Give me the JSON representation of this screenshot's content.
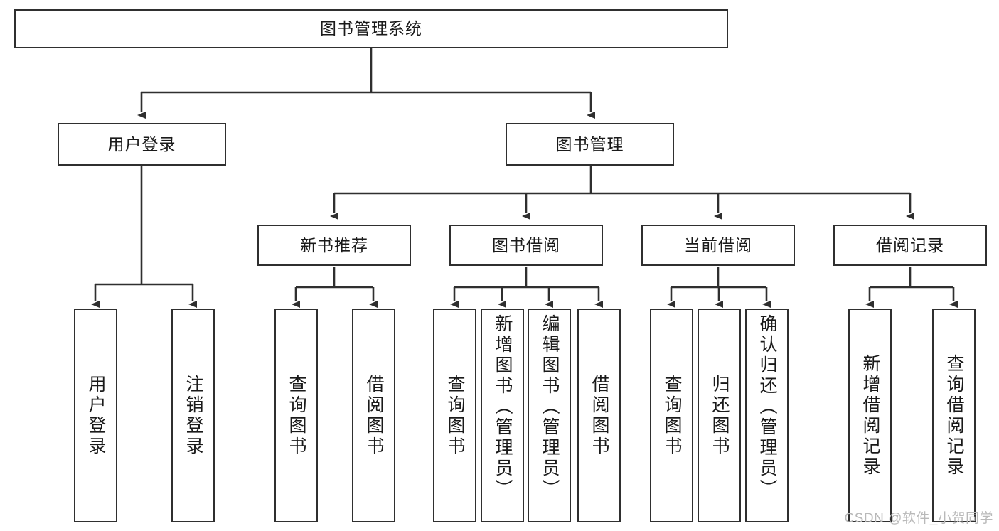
{
  "diagram": {
    "title": "图书管理系统",
    "watermark": "CSDN @软件_小贺同学",
    "colors": {
      "box_border": "#2f2f2f",
      "box_fill": "#ffffff",
      "connector": "#2f2f2f",
      "text": "#1a1a1a",
      "watermark": "#b9b9b9",
      "background": "#ffffff"
    },
    "root": {
      "label": "图书管理系统"
    },
    "level1": [
      {
        "label": "用户登录"
      },
      {
        "label": "图书管理"
      }
    ],
    "level2": [
      {
        "label": "新书推荐"
      },
      {
        "label": "图书借阅"
      },
      {
        "label": "当前借阅"
      },
      {
        "label": "借阅记录"
      }
    ],
    "leaves": {
      "user_login": [
        {
          "label": "用户登录"
        },
        {
          "label": "注销登录"
        }
      ],
      "new_book_recommend": [
        {
          "label": "查询图书"
        },
        {
          "label": "借阅图书"
        }
      ],
      "book_borrow": [
        {
          "label": "查询图书"
        },
        {
          "label": "新增图书（管理员）"
        },
        {
          "label": "编辑图书（管理员）"
        },
        {
          "label": "借阅图书"
        }
      ],
      "current_borrow": [
        {
          "label": "查询图书"
        },
        {
          "label": "归还图书"
        },
        {
          "label": "确认归还（管理员）"
        }
      ],
      "borrow_record": [
        {
          "label": "新增借阅记录"
        },
        {
          "label": "查询借阅记录"
        }
      ]
    }
  }
}
